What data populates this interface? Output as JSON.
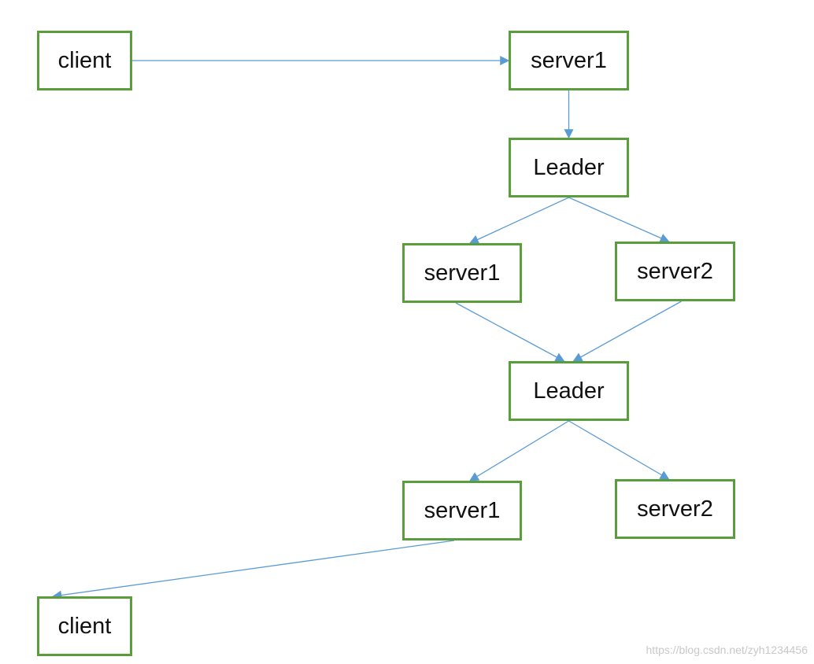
{
  "colors": {
    "node_border": "#5a9e3c",
    "edge": "#5b9bd5"
  },
  "nodes": {
    "client_top": "client",
    "server1_top": "server1",
    "leader_1": "Leader",
    "server1_mid": "server1",
    "server2_mid": "server2",
    "leader_2": "Leader",
    "server1_bottom": "server1",
    "server2_bottom": "server2",
    "client_bottom": "client"
  },
  "edges": [
    {
      "from": "client_top",
      "to": "server1_top"
    },
    {
      "from": "server1_top",
      "to": "leader_1"
    },
    {
      "from": "leader_1",
      "to": "server1_mid"
    },
    {
      "from": "leader_1",
      "to": "server2_mid"
    },
    {
      "from": "server1_mid",
      "to": "leader_2"
    },
    {
      "from": "server2_mid",
      "to": "leader_2"
    },
    {
      "from": "leader_2",
      "to": "server1_bottom"
    },
    {
      "from": "leader_2",
      "to": "server2_bottom"
    },
    {
      "from": "server1_bottom",
      "to": "client_bottom"
    }
  ],
  "watermark": "https://blog.csdn.net/zyh1234456"
}
